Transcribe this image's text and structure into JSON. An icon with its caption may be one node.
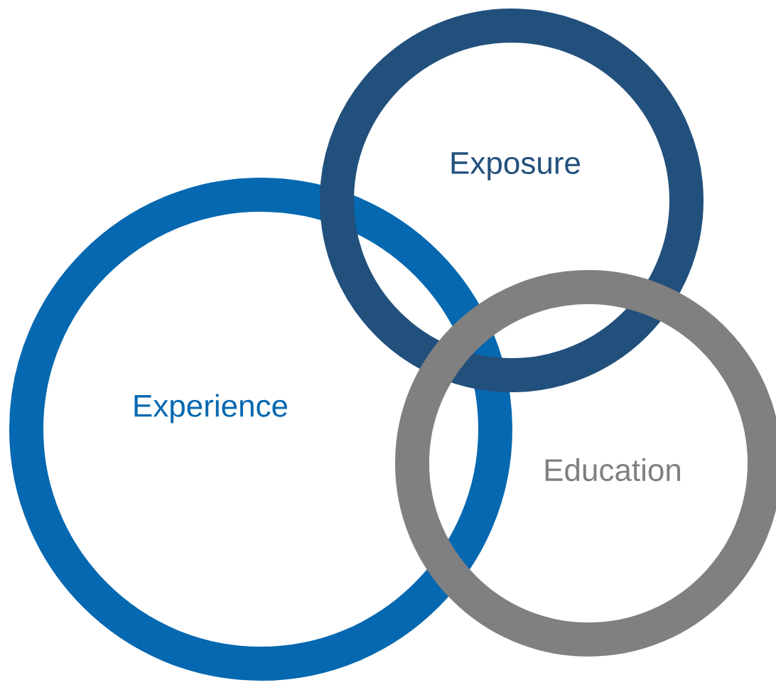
{
  "diagram": {
    "nodes": [
      {
        "text": [
          "Experience"
        ]
      },
      {
        "text": [
          "Exposure"
        ]
      },
      {
        "text": [
          "Education"
        ]
      }
    ]
  }
}
